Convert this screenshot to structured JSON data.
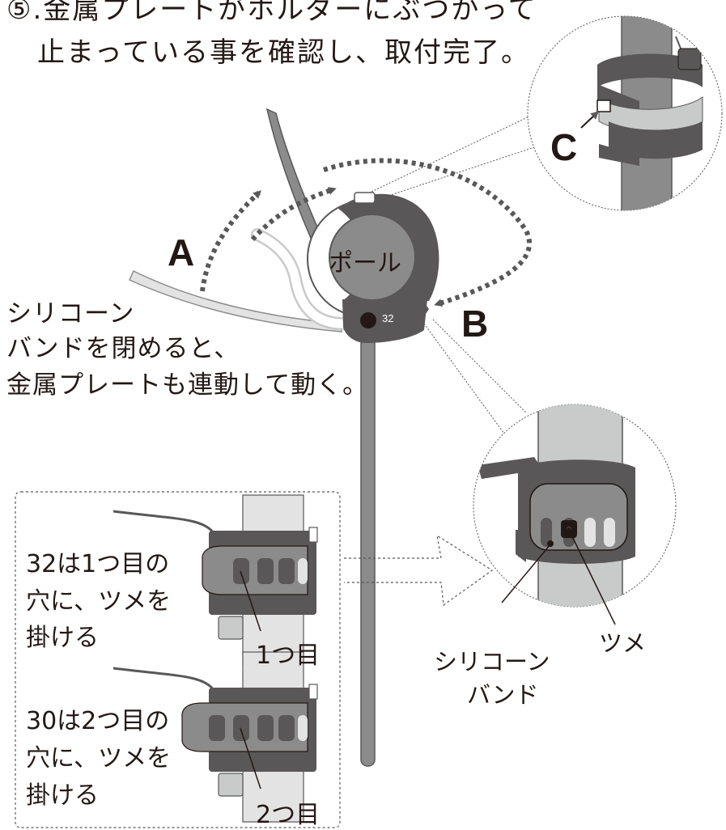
{
  "intro": {
    "line1": "⑤.金属プレートがホルダーにぶつかって",
    "line2": "止まっている事を確認し、取付完了。"
  },
  "callouts": {
    "a": "A",
    "b": "B",
    "c": "C"
  },
  "pole_label": "ポール",
  "plate_number": "32",
  "motion_note": {
    "line1": "シリコーン",
    "line2": "バンドを閉めると、",
    "line3": "金属プレートも連動して動く。"
  },
  "detail": {
    "claw": "ツメ",
    "band_line1": "シリコーン",
    "band_line2": "バンド"
  },
  "size_guide": [
    {
      "line1": "32は1つ目の",
      "line2": "穴に、ツメを",
      "line3": "掛ける",
      "hole": "1つ目"
    },
    {
      "line1": "30は2つ目の",
      "line2": "穴に、ツメを",
      "line3": "掛ける",
      "hole": "2つ目"
    }
  ],
  "colors": {
    "ink": "#231815",
    "dark_gray": "#595757",
    "mid_gray": "#8c8b8b",
    "light_gray": "#c9caca",
    "pale_gray": "#e3e3e3"
  }
}
